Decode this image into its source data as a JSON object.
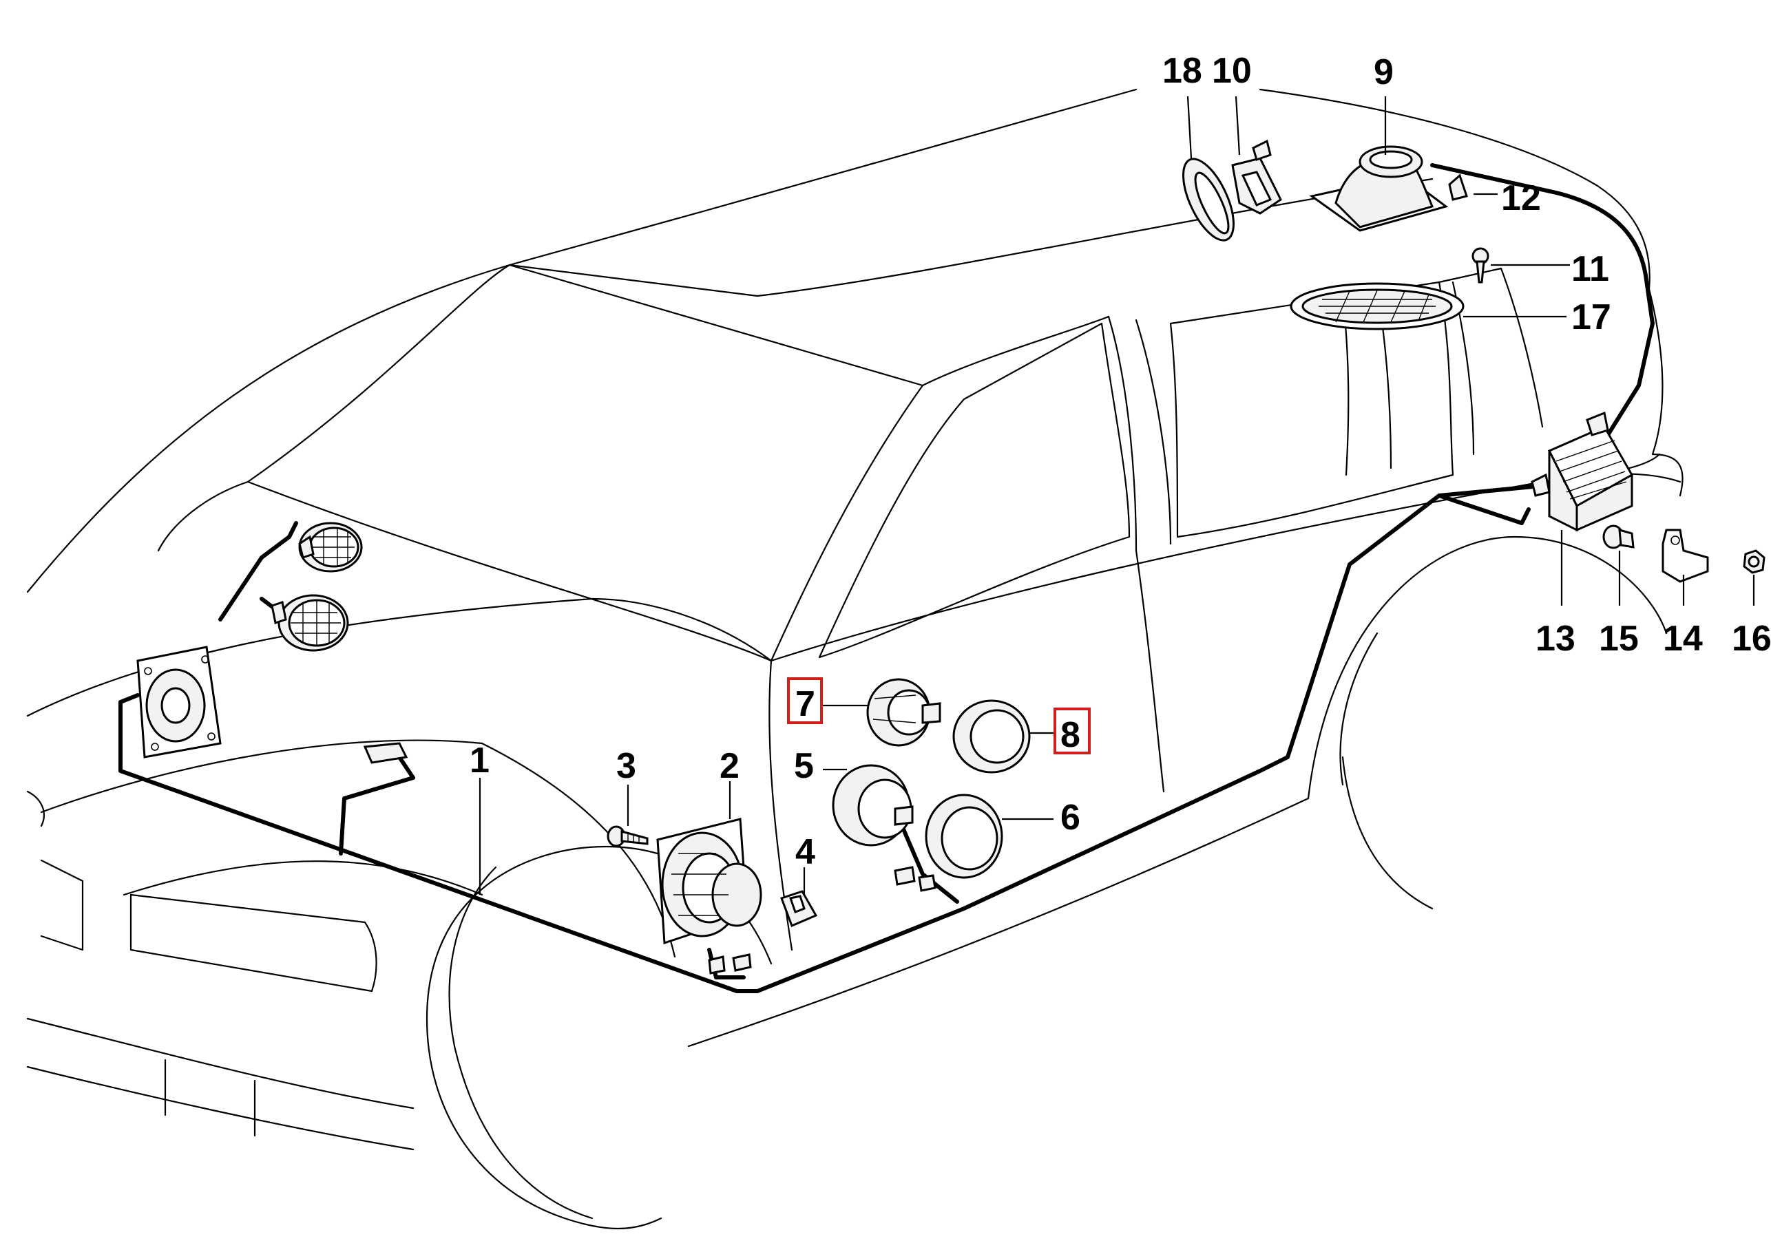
{
  "diagram": {
    "highlight_color": "#d0201c",
    "line_color": "#000000",
    "background": "#ffffff",
    "callouts": {
      "c1": "1",
      "c2": "2",
      "c3": "3",
      "c4": "4",
      "c5": "5",
      "c6": "6",
      "c7": "7",
      "c8": "8",
      "c9": "9",
      "c10": "10",
      "c11": "11",
      "c12": "12",
      "c13": "13",
      "c14": "14",
      "c15": "15",
      "c16": "16",
      "c17": "17",
      "c18": "18"
    },
    "highlighted_callouts": [
      "7",
      "8"
    ]
  }
}
